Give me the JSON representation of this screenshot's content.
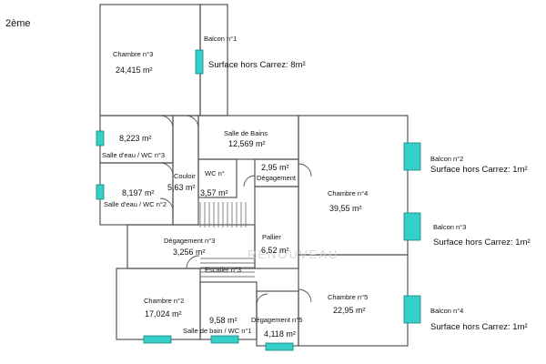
{
  "floor_label": "2ème",
  "watermark": "RENOUVEAU",
  "colors": {
    "wall": "#555555",
    "window": "#33cfc9",
    "window_edge": "#1a7f7a",
    "stair": "#777777"
  },
  "rooms": {
    "chambre3": {
      "name": "Chambre n°3",
      "area": "24,415  m²"
    },
    "balcon1": {
      "name": "Balcon n°1",
      "note": "Surface hors Carrez: 8m²"
    },
    "salle_eau3": {
      "name": "Salle d'eau / WC n°3",
      "area": "8,223  m²"
    },
    "salle_eau2": {
      "name": "Salle d'eau / WC n°2",
      "area": "8,197  m²"
    },
    "couloir": {
      "name": "Couloir",
      "area": "5,63  m²"
    },
    "salle_bains": {
      "name": "Salle de Bains",
      "area": "12,569  m²"
    },
    "wc": {
      "name": "WC n°",
      "area": "3,57  m²"
    },
    "degagement_small": {
      "name": "Dégagement",
      "area": "2,95  m²"
    },
    "chambre4": {
      "name": "Chambre n°4",
      "area": "39,55  m²"
    },
    "degagement3": {
      "name": "Dégagement n°3",
      "area": "3,256  m²"
    },
    "palier": {
      "name": "Pallier",
      "area": "6,52  m²"
    },
    "escalier": {
      "name": "Escalier n°3"
    },
    "chambre2": {
      "name": "Chambre n°2",
      "area": "17,024  m²"
    },
    "salle_bain_wc1": {
      "name": "Salle de bain / WC n°1",
      "area": "9,58  m²"
    },
    "degagement5": {
      "name": "Dégagement n°5",
      "area": "4,118  m²"
    },
    "chambre5": {
      "name": "Chambre n°5",
      "area": "22,95  m²"
    },
    "balcon2": {
      "name": "Balcon n°2",
      "note": "Surface hors Carrez: 1m²"
    },
    "balcon3": {
      "name": "Balcon n°3",
      "note": "Surface hors Carrez: 1m²"
    },
    "balcon4": {
      "name": "Balcon n°4",
      "note": "Surface hors Carrez: 1m²"
    }
  }
}
